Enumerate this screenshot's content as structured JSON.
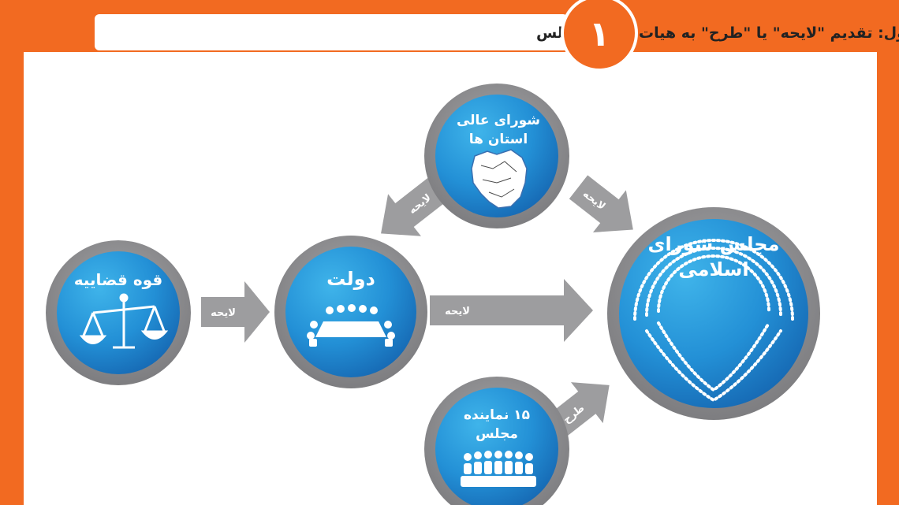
{
  "header": {
    "step_number": "۱",
    "title": "گام اول: تقدیم \"لایحه\" یا \"طرح\" به هیات رئیسه مجلس"
  },
  "nodes": {
    "judiciary": {
      "label": "قوه قضاییه",
      "icon": "scales-of-justice-icon"
    },
    "government": {
      "label": "دولت",
      "icon": "cabinet-meeting-icon"
    },
    "provinces_council": {
      "label_line1": "شورای عالی",
      "label_line2": "استان ها",
      "icon": "iran-map-icon"
    },
    "parliament": {
      "label_line1": "مجلس شورای",
      "label_line2": "اسلامی",
      "icon": "parliament-seating-icon"
    },
    "representatives": {
      "label_line1": "۱۵ نماینده",
      "label_line2": "مجلس",
      "icon": "crowd-of-people-icon"
    }
  },
  "edges": {
    "judiciary_to_government": "لایحه",
    "government_to_parliament": "لایحه",
    "provinces_to_government": "لایحه",
    "provinces_to_parliament": "لایحه",
    "representatives_to_parliament": "طرح"
  },
  "colors": {
    "frame_orange": "#f26a21",
    "circle_blue_light": "#36a9e1",
    "circle_blue_dark": "#1565b0",
    "ring_gray": "#8e8e90",
    "arrow_gray": "#9d9d9f"
  }
}
